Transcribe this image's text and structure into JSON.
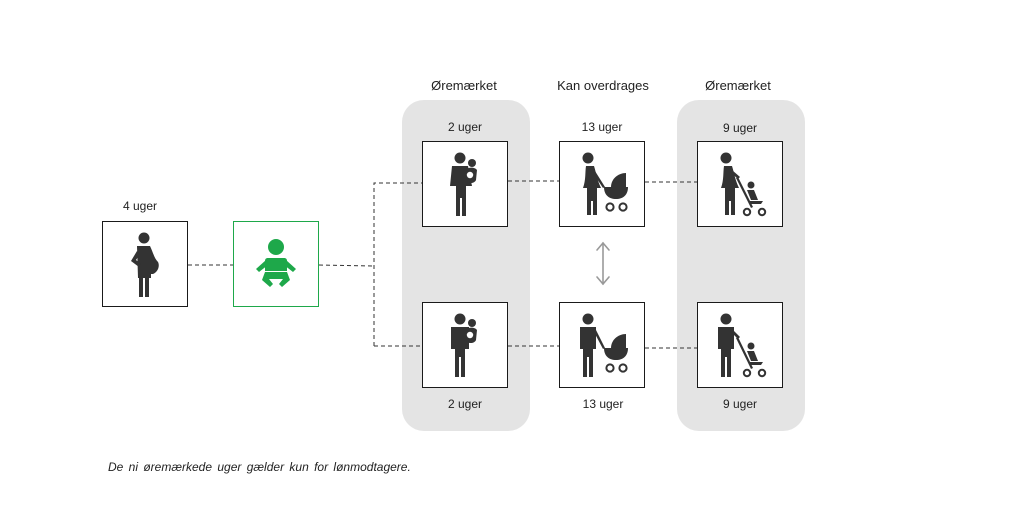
{
  "headers": {
    "left": "Øremærket",
    "middle": "Kan overdrages",
    "right": "Øremærket"
  },
  "pregnancy": {
    "weeks": "4 uger",
    "icon": "pregnant-woman-icon"
  },
  "birth": {
    "icon": "baby-icon",
    "color": "#1ea84a"
  },
  "mother": {
    "earmarked_weeks": "2 uger",
    "transferable_weeks": "13 uger",
    "late_earmarked_weeks": "9 uger"
  },
  "father": {
    "earmarked_weeks": "2 uger",
    "transferable_weeks": "13 uger",
    "late_earmarked_weeks": "9 uger"
  },
  "footnote": "De ni øremærkede  uger gælder kun for lønmodtagere.",
  "colors": {
    "panel": "#e4e4e4",
    "icon": "#333333",
    "accent": "#1ea84a",
    "arrow": "#999999"
  }
}
